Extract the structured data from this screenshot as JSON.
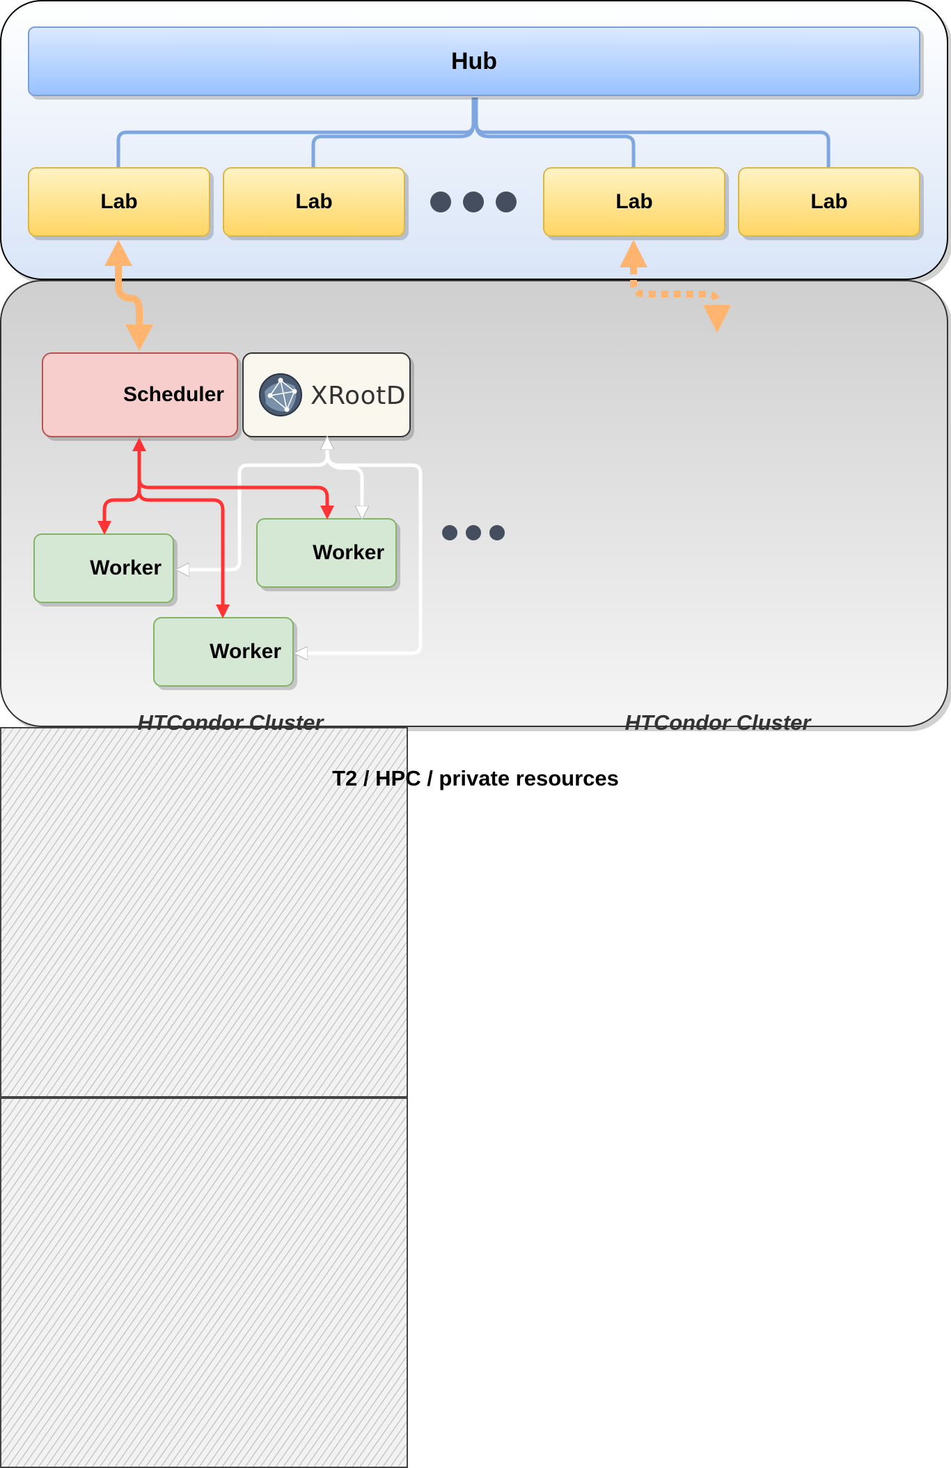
{
  "hub": {
    "label": "Hub"
  },
  "labs": [
    "Lab",
    "Lab",
    "Lab",
    "Lab"
  ],
  "cluster_left": {
    "scheduler": "Scheduler",
    "storage": "XRootD",
    "workers": [
      "Worker",
      "Worker",
      "Worker"
    ],
    "caption": "HTCondor Cluster"
  },
  "cluster_right": {
    "caption": "HTCondor Cluster"
  },
  "footer": "T2 / HPC / private resources",
  "colors": {
    "hub_fill": "#99c2ff",
    "lab_fill": "#ffd664",
    "scheduler_fill": "#f8cecc",
    "worker_fill": "#d5e8d4",
    "job_arrows": "#ff3333",
    "link_arrows": "#ffb570",
    "tree_lines": "#7ea6e0",
    "dots": "#444e5e"
  }
}
